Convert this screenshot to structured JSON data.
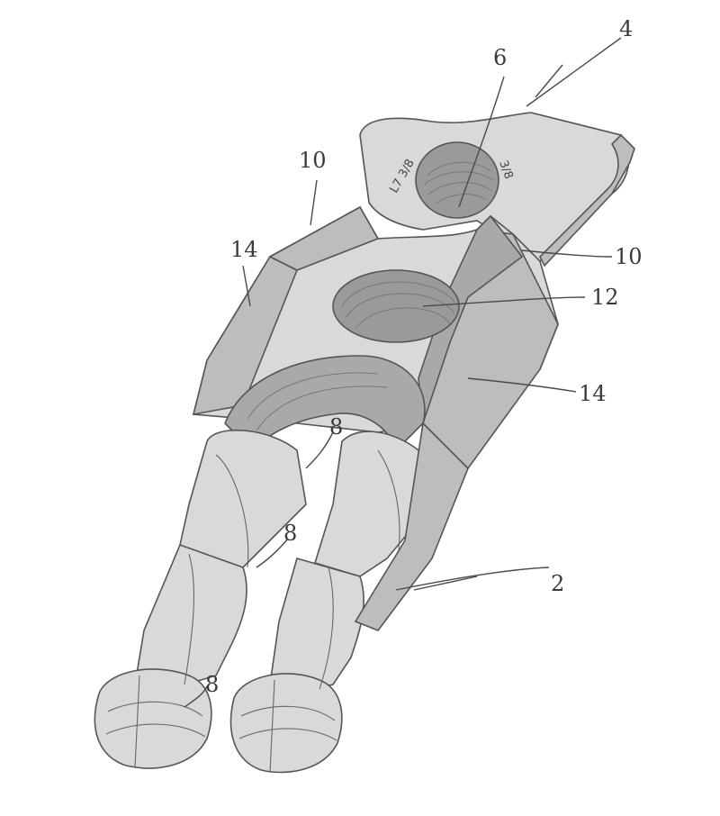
{
  "figure": {
    "reference_numerals": {
      "ref_4": "4",
      "ref_6": "6",
      "ref_10_top": "10",
      "ref_10_right": "10",
      "ref_14_left": "14",
      "ref_12": "12",
      "ref_14_right": "14",
      "ref_8_top": "8",
      "ref_8_middle": "8",
      "ref_8_bottom": "8",
      "ref_2": "2"
    },
    "part_markings": {
      "mark_left": "L7 3/8",
      "mark_right": "3/8"
    }
  }
}
